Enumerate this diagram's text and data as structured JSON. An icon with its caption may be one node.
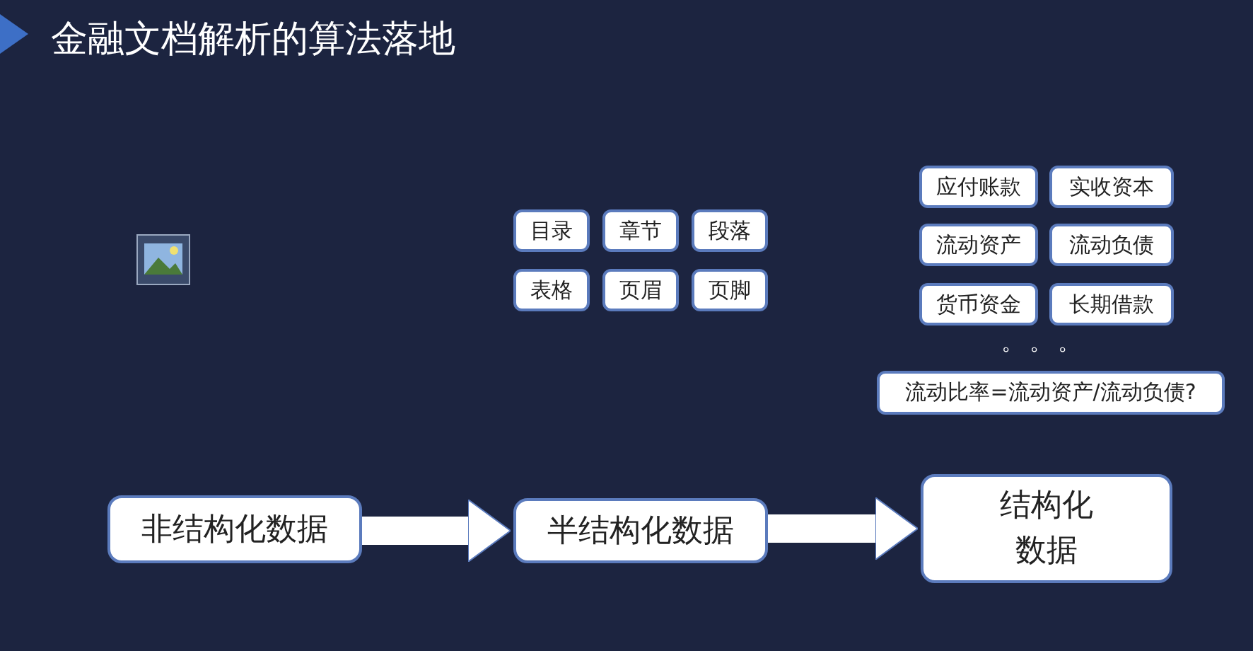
{
  "diagram": {
    "title": "金融文档解析的算法落地",
    "nodes": [
      {
        "text": [
          "非结构化数据"
        ]
      },
      {
        "text": [
          "半结构化数据"
        ]
      },
      {
        "text": [
          "结构化数据"
        ]
      },
      {
        "text": [
          "目录"
        ]
      },
      {
        "text": [
          "章节"
        ]
      },
      {
        "text": [
          "段落"
        ]
      },
      {
        "text": [
          "表格"
        ]
      },
      {
        "text": [
          "页眉"
        ]
      },
      {
        "text": [
          "页脚"
        ]
      },
      {
        "text": [
          "应付账款"
        ]
      },
      {
        "text": [
          "实收资本"
        ]
      },
      {
        "text": [
          "流动资产"
        ]
      },
      {
        "text": [
          "流动负债"
        ]
      },
      {
        "text": [
          "货币资金"
        ]
      },
      {
        "text": [
          "长期借款"
        ]
      },
      {
        "text": [
          "流动比率=流动资产/流动负债?"
        ]
      }
    ],
    "edges": [
      {
        "from": 0,
        "to": 1,
        "arrow": "to"
      },
      {
        "from": 1,
        "to": 2,
        "arrow": "to"
      }
    ],
    "labels": [
      "。。。"
    ]
  }
}
